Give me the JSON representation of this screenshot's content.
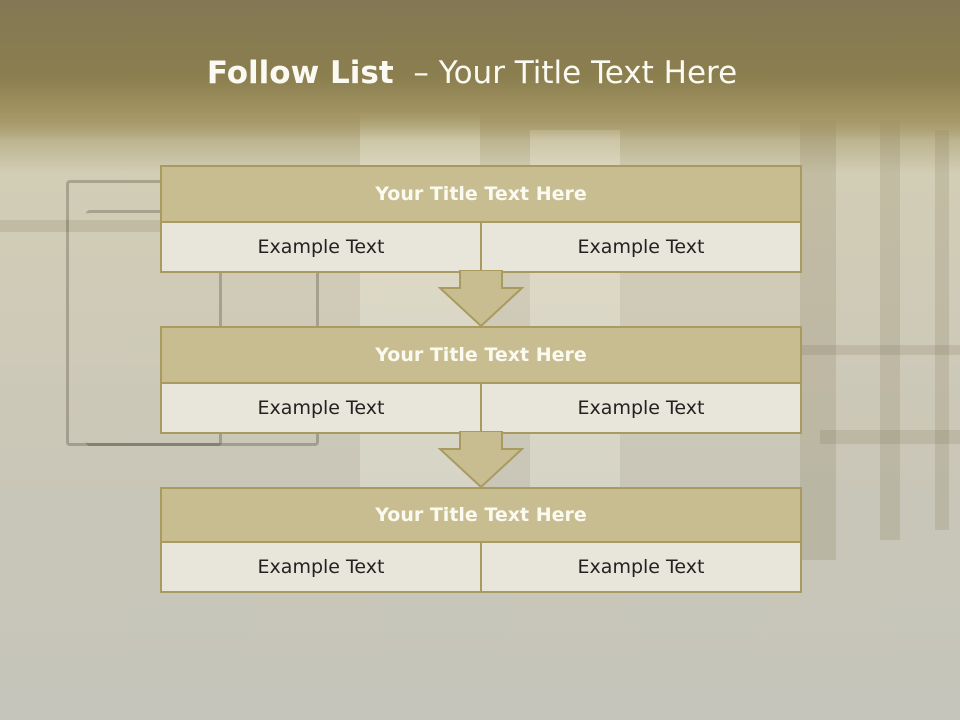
{
  "slide": {
    "title_bold": "Follow List",
    "title_rest": "– Your Title Text Here"
  },
  "blocks": [
    {
      "title": "Your Title Text Here",
      "left_text": "Example Text",
      "right_text": "Example Text"
    },
    {
      "title": "Your Title Text Here",
      "left_text": "Example Text",
      "right_text": "Example Text"
    },
    {
      "title": "Your Title Text Here",
      "left_text": "Example Text",
      "right_text": "Example Text"
    }
  ],
  "colors": {
    "header_band": "#8b7e4f",
    "block_title_fill": "#c8bd91",
    "block_border": "#a99b5f",
    "cell_fill": "#e8e5da",
    "arrow_fill": "#c8bd91"
  }
}
